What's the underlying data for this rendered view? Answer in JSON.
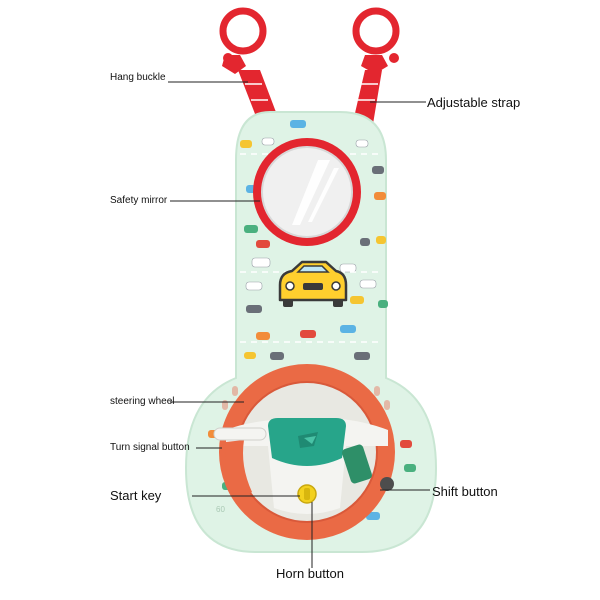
{
  "labels": {
    "hang_buckle": "Hang buckle",
    "adjustable_strap": "Adjustable strap",
    "safety_mirror": "Safety mirror",
    "steering_wheel": "steering wheel",
    "turn_signal_button": "Turn signal button",
    "start_key": "Start key",
    "shift_button": "Shift button",
    "horn_button": "Horn button"
  },
  "toy_text": {
    "gauge_reading": "60"
  },
  "colors": {
    "board": "#dff3e6",
    "strap": "#e3262f",
    "mirror_ring": "#e3262f",
    "wheel_rim": "#ea6a45",
    "wheel_hub": "#f4f4f1",
    "horn_pad": "#27a58a",
    "car_yellow": "#ffcf2e",
    "start_key": "#f3d11f"
  }
}
